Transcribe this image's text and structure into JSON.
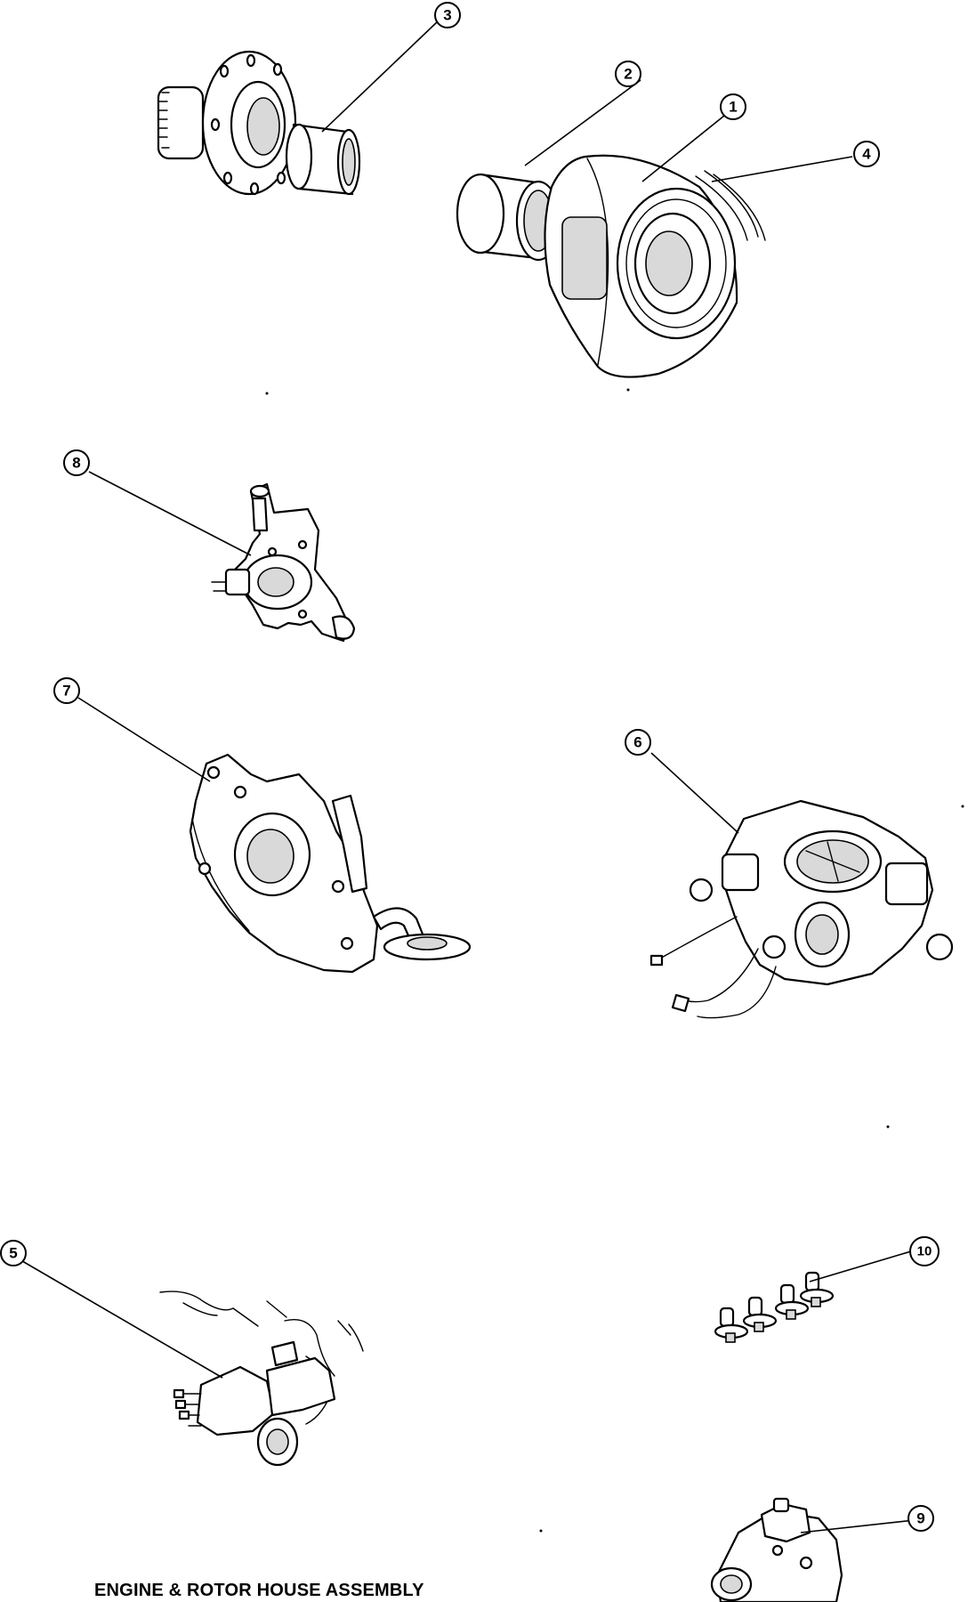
{
  "caption": "ENGINE & ROTOR HOUSE ASSEMBLY",
  "callouts": [
    "1",
    "2",
    "3",
    "4",
    "5",
    "6",
    "7",
    "8",
    "9",
    "10"
  ],
  "parts": [
    "eccentric-shaft-gear-icon",
    "bearing-sleeve-icon",
    "rotor-icon",
    "apex-seals-icon",
    "water-pump-icon",
    "oil-pump-housing-icon",
    "carburetor-icon",
    "distributor-icon",
    "bolts-icon",
    "injection-pump-icon"
  ]
}
